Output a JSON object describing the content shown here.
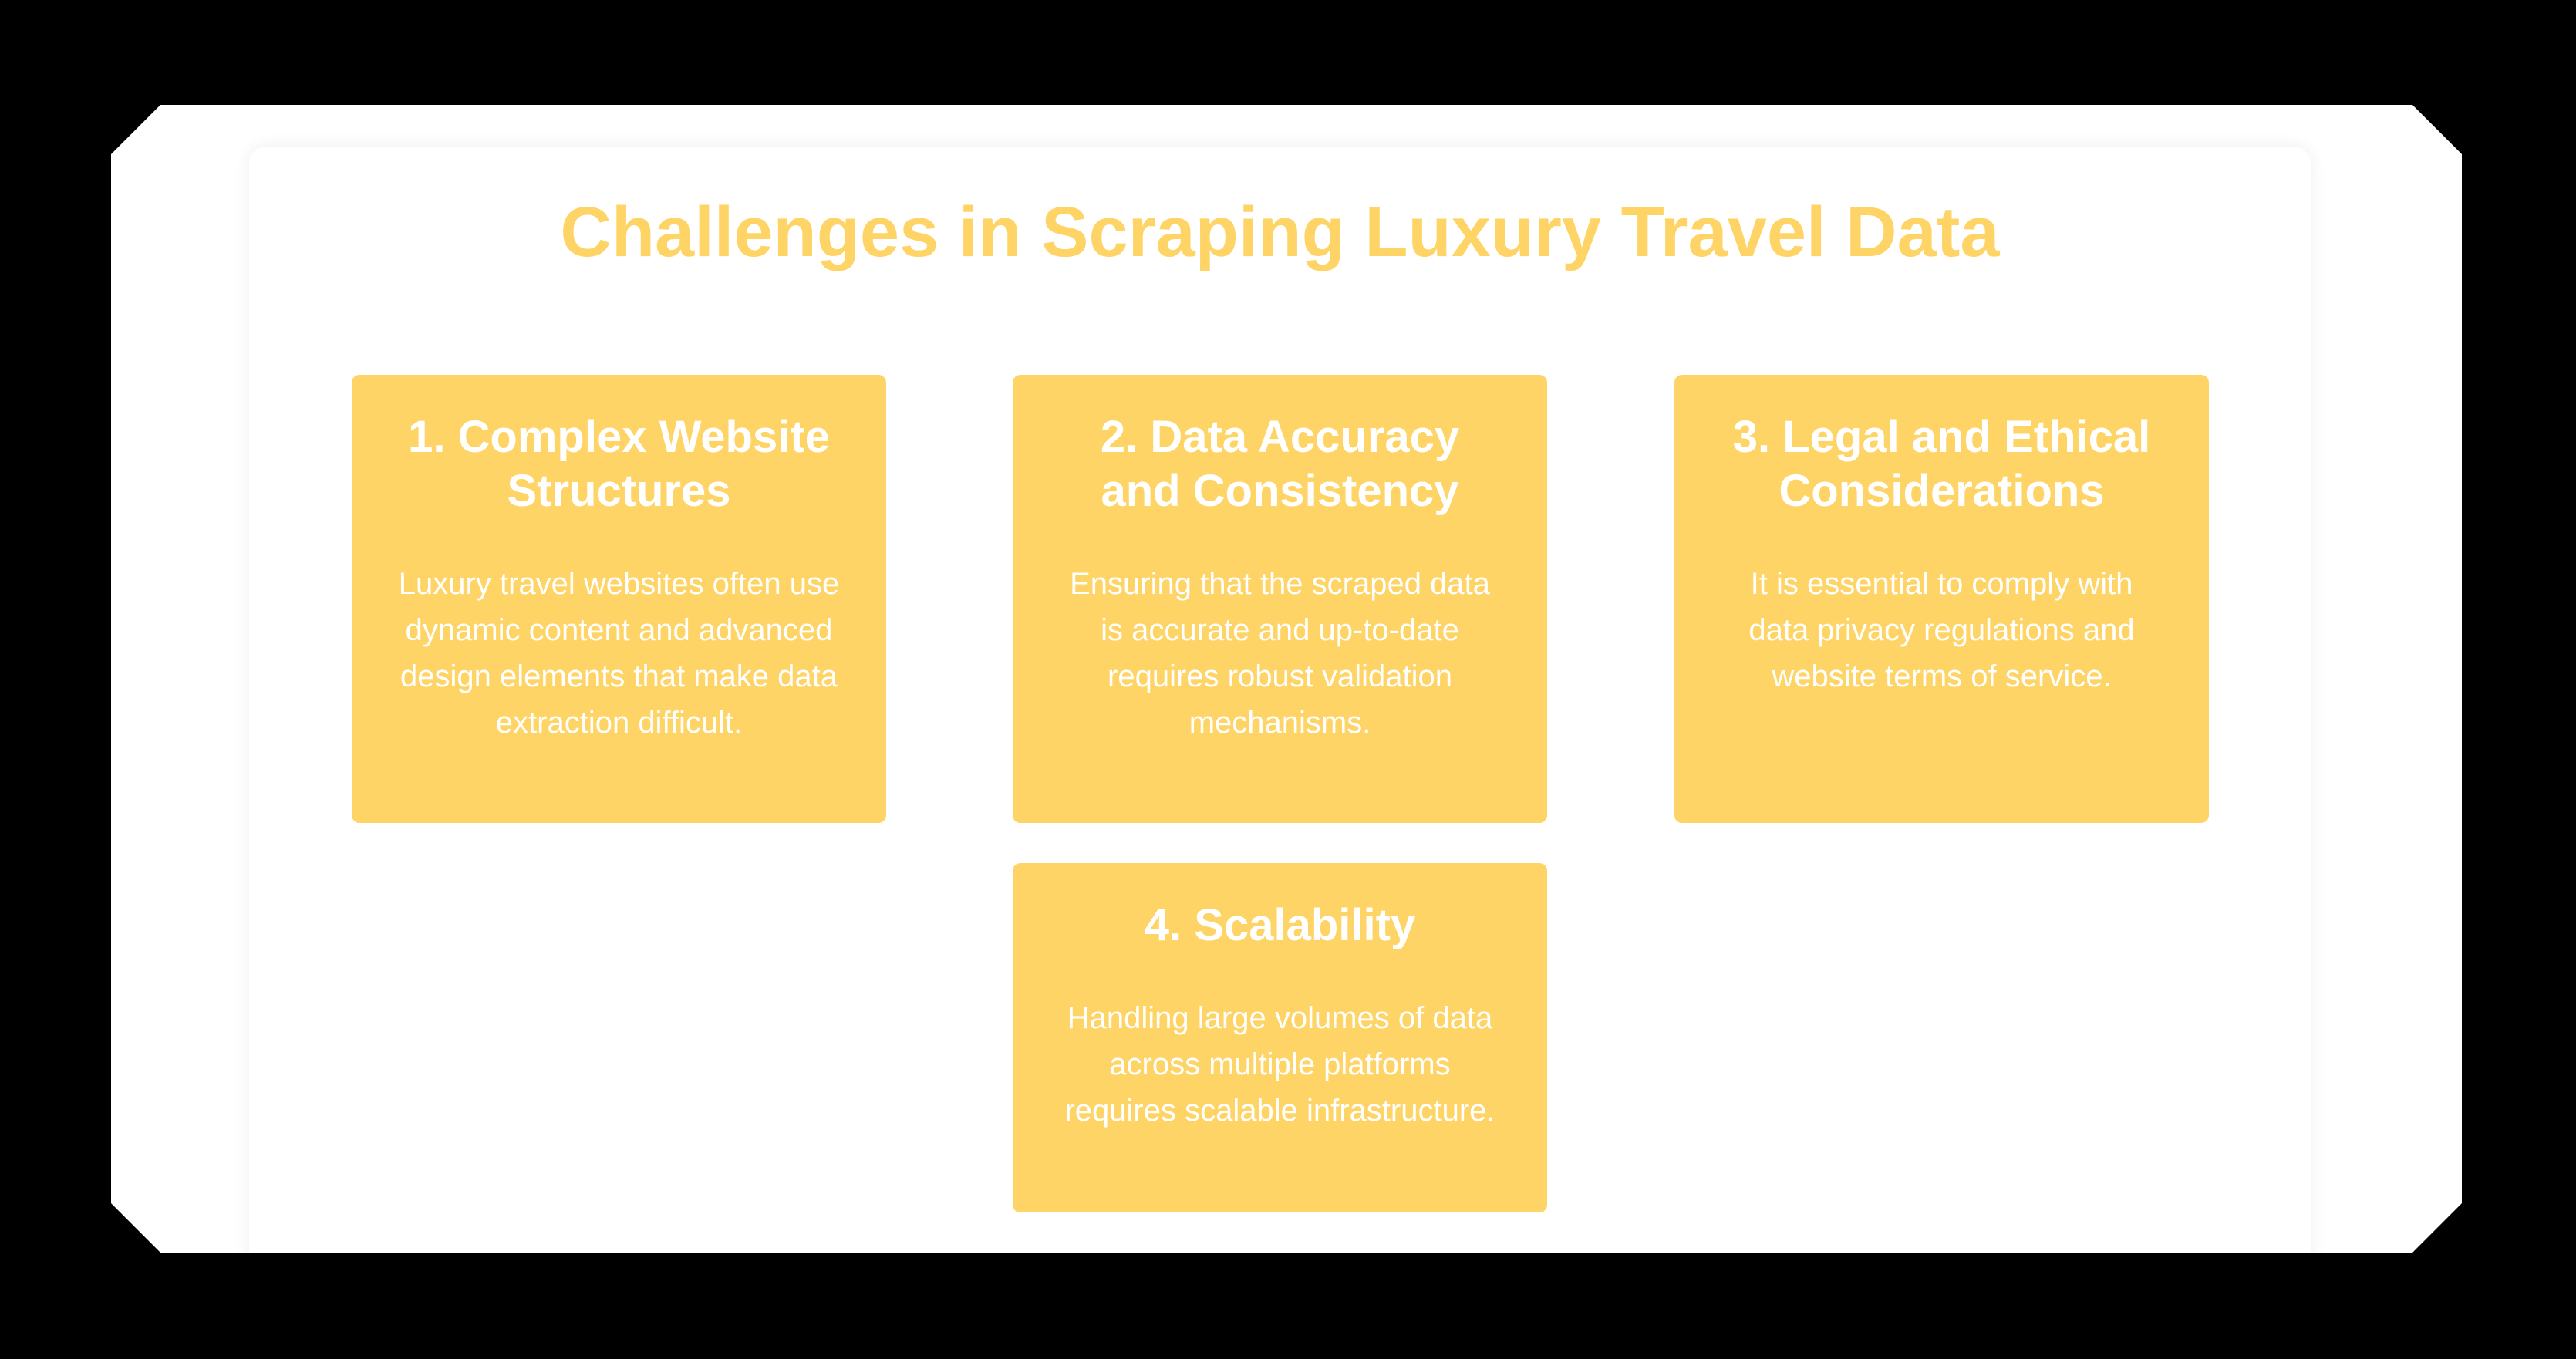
{
  "colors": {
    "page_background": "#000000",
    "frame_background": "#ffffff",
    "accent": "#FFD466",
    "card_text": "#ffffff"
  },
  "section": {
    "title": "Challenges in Scraping Luxury Travel Data"
  },
  "challenges": [
    {
      "title": "1. Complex Website\nStructures",
      "body": "Luxury travel websites often use\ndynamic content and advanced\ndesign elements that make data\nextraction difficult."
    },
    {
      "title": "2. Data Accuracy\nand Consistency",
      "body": "Ensuring that the scraped data\nis accurate and up-to-date\nrequires robust validation\nmechanisms."
    },
    {
      "title": "3. Legal and Ethical\nConsiderations",
      "body": "It is essential to comply with\ndata privacy regulations and\nwebsite terms of service."
    },
    {
      "title": "4. Scalability",
      "body": "Handling large volumes of data\nacross multiple platforms\nrequires scalable infrastructure."
    }
  ]
}
